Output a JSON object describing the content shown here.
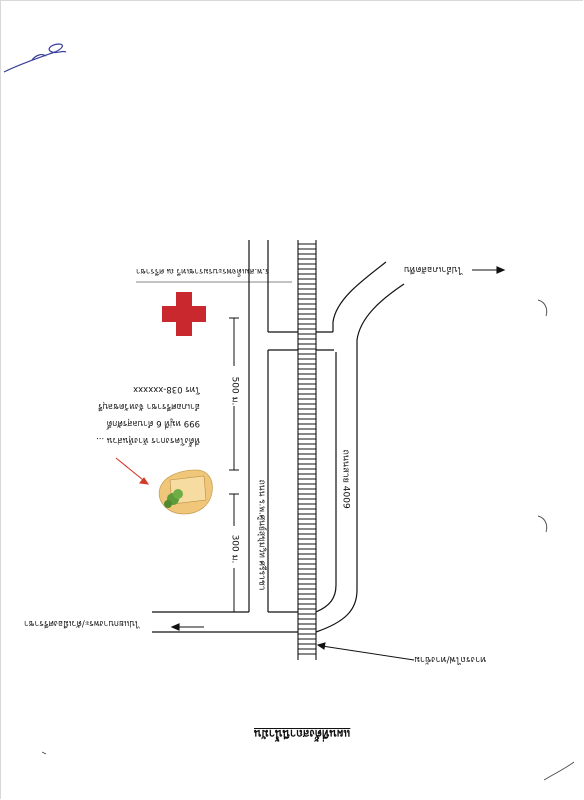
{
  "map": {
    "title": "แผนที่ตั้งสถานีน้ำมัน",
    "labels": {
      "road_to_sattahip": "ไปอำเภอสัตหีบ",
      "hospital": "ร.พ.สมเด็จพระบรมราชเทวี ณ ศรีราชา",
      "highway": "ถนนสาย 4009",
      "road_main": "ถนน ร.พ.ศูนย์สุขุมวิท ศรีราชา",
      "dist_upper": "500 ม.",
      "dist_lower": "300 ม.",
      "railway_crossing": "ทางรถไฟ/ทางข้าม",
      "road_left": "ไปแยกบางพระ/ตัวเมืองศรีราชา"
    },
    "address": [
      "ที่ตั้งโครงการ ห้างหุ้นส่วน ... ",
      "999 หมู่ที่ 6 ตำบลสุรศักดิ์",
      "อำเภอศรีราชา จังหวัดชลบุรี",
      "โทร 038-xxxxxx"
    ],
    "colors": {
      "hospital_cross": "#c8282e",
      "pointer_arrow": "#d23b2a",
      "site_fill": "#f0c77a",
      "site_tree": "#5e9b3a",
      "ink": "#111111"
    }
  }
}
